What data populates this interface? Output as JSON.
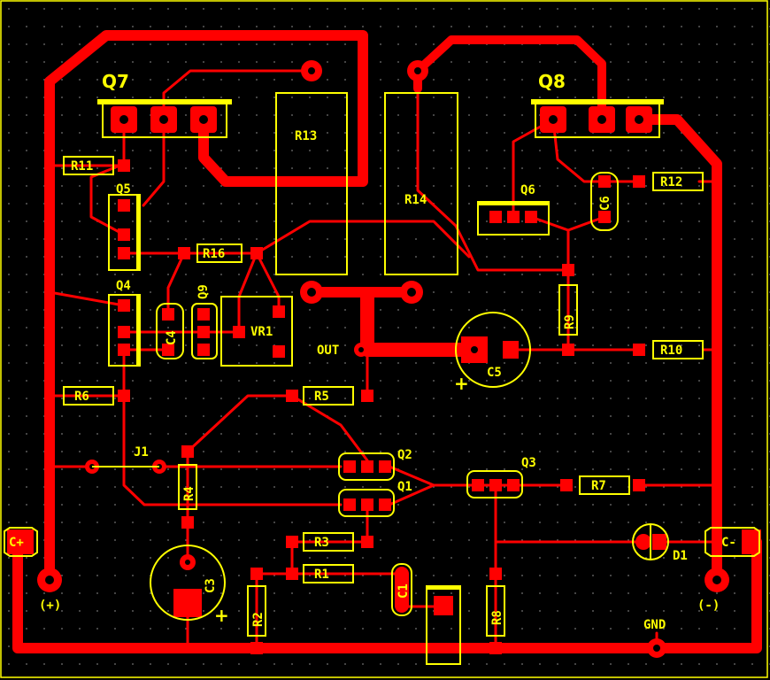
{
  "board": {
    "background": "#000000",
    "copper_color": "#ff0000",
    "silkscreen_color": "#ffff00",
    "grid_color": "#5a5a5a"
  },
  "labels": {
    "Q7": "Q7",
    "Q8": "Q8",
    "Q5": "Q5",
    "Q4": "Q4",
    "Q6": "Q6",
    "Q9": "Q9",
    "Q2": "Q2",
    "Q1": "Q1",
    "Q3": "Q3",
    "R1": "R1",
    "R2": "R2",
    "R3": "R3",
    "R4": "R4",
    "R5": "R5",
    "R6": "R6",
    "R7": "R7",
    "R8": "R8",
    "R9": "R9",
    "R10": "R10",
    "R11": "R11",
    "R12": "R12",
    "R13": "R13",
    "R14": "R14",
    "R16": "R16",
    "C1": "C1",
    "C3": "C3",
    "C4": "C4",
    "C5": "C5",
    "C6": "C6",
    "D1": "D1",
    "VR1": "VR1",
    "J1": "J1",
    "OUT": "OUT",
    "GND": "GND",
    "Cplus": "C+",
    "Cminus": "C-",
    "plus_note": "(+)",
    "minus_note": "(-)",
    "plus_sign": "+"
  }
}
